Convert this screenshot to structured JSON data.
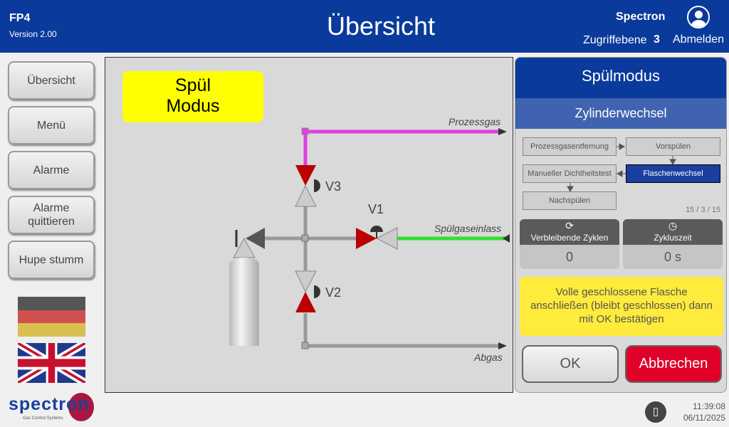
{
  "header": {
    "app": "FP4",
    "version": "Version 2.00",
    "title": "Übersicht",
    "company": "Spectron",
    "access_label": "Zugriffebene",
    "access_level": "3",
    "logout": "Abmelden"
  },
  "nav": [
    {
      "label": "Übersicht"
    },
    {
      "label": "Menü"
    },
    {
      "label": "Alarme"
    },
    {
      "label": "Alarme quittieren"
    },
    {
      "label": "Hupe stumm"
    }
  ],
  "diagram": {
    "mode_label_1": "Spül",
    "mode_label_2": "Modus",
    "prozessgas": "Prozessgas",
    "spuelgas": "Spülgaseinlass",
    "abgas": "Abgas",
    "v1": "V1",
    "v2": "V2",
    "v3": "V3"
  },
  "panel": {
    "title": "Spülmodus",
    "subtitle": "Zylinderwechsel",
    "steps": [
      "Prozessgasentfernung",
      "Vorspülen",
      "Manueller Dichtheitstest",
      "Flaschenwechsel",
      "Nachspülen"
    ],
    "counter": "15 / 3 /  15",
    "cycles_label": "Verbleibende Zyklen",
    "cycles_value": "0",
    "time_label": "Zykluszeit",
    "time_value": "0 s",
    "message": "Volle geschlossene Flasche anschließen (bleibt geschlossen) dann mit OK bestätigen",
    "ok": "OK",
    "cancel": "Abbrechen"
  },
  "footer": {
    "logo": "spectron",
    "logo_sub": "Gas Control Systems",
    "time": "11:39:08",
    "date": "06/11/2025"
  },
  "colors": {
    "header": "#0a3a9b",
    "active_step": "#1a3f9e",
    "cancel": "#e0002a",
    "message_bg": "#ffeb3b",
    "mode_bg": "#ffff00"
  }
}
